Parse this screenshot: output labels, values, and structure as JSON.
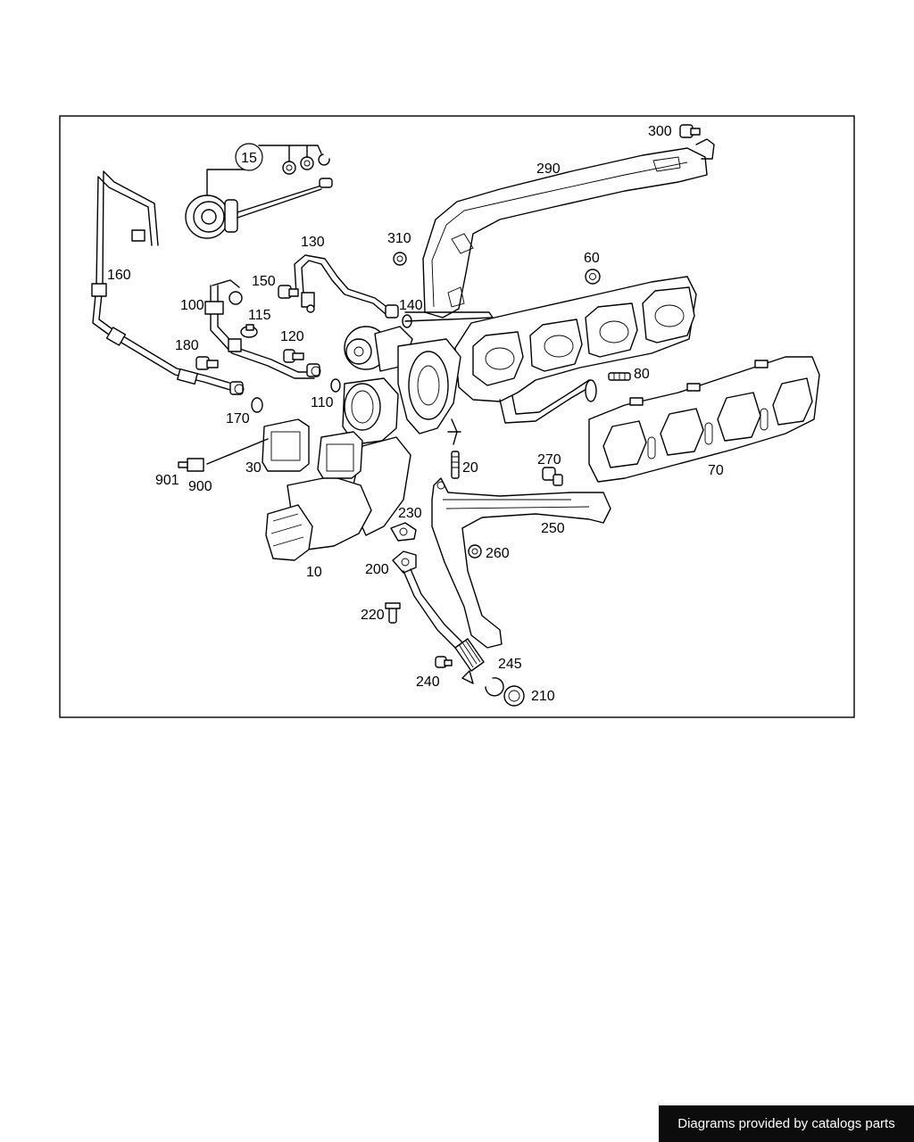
{
  "footer": {
    "text": "Diagrams provided by catalogs parts"
  },
  "labels": {
    "l10": "10",
    "l15": "15",
    "l20": "20",
    "l30": "30",
    "l60": "60",
    "l70": "70",
    "l80": "80",
    "l100": "100",
    "l110": "110",
    "l115": "115",
    "l120": "120",
    "l130": "130",
    "l140": "140",
    "l150": "150",
    "l160": "160",
    "l170": "170",
    "l180": "180",
    "l200": "200",
    "l210": "210",
    "l220": "220",
    "l230": "230",
    "l240": "240",
    "l245": "245",
    "l250": "250",
    "l260": "260",
    "l270": "270",
    "l290": "290",
    "l300": "300",
    "l310": "310",
    "l900": "900",
    "l901": "901"
  }
}
